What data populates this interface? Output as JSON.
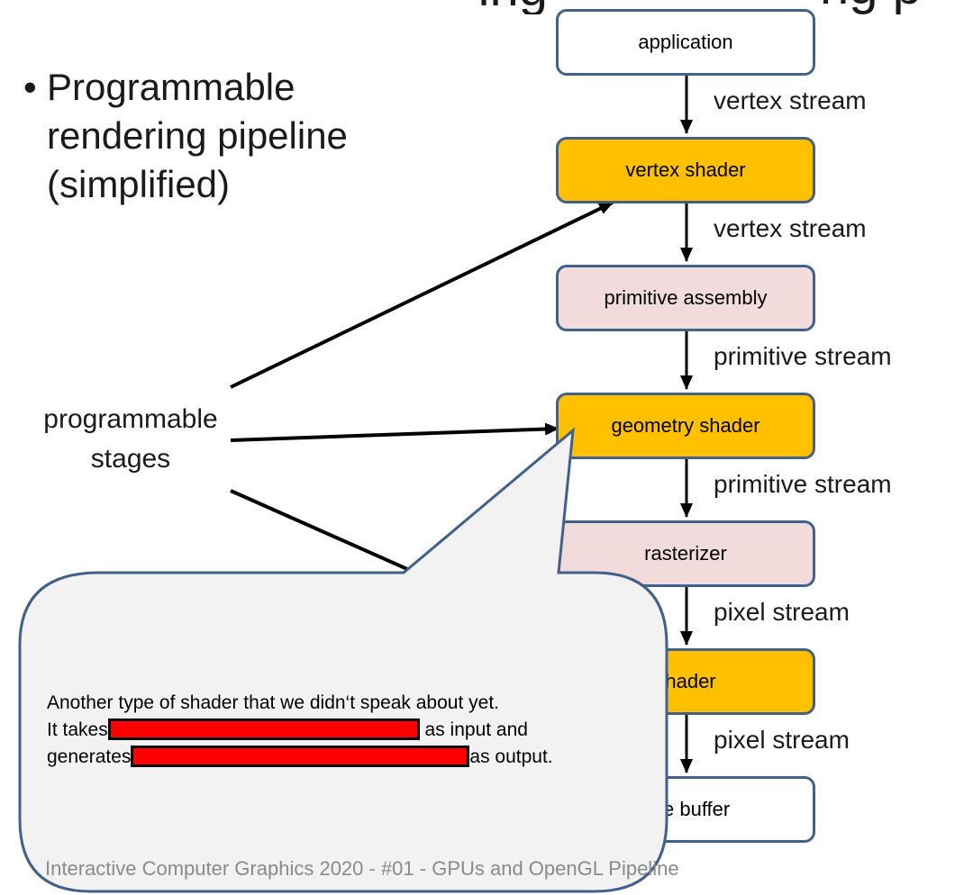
{
  "slide": {
    "title_left": "ing",
    "title_right": "ng p",
    "bullet": "Programmable rendering pipeline (simplified)",
    "programmable_label": "programmable stages",
    "footer": "Interactive Computer Graphics 2020 - #01 - GPUs and OpenGL Pipeline"
  },
  "pipeline": {
    "stages": [
      {
        "label": "application",
        "kind": "fixed",
        "color": "#ffffff"
      },
      {
        "label": "vertex shader",
        "kind": "programmable",
        "color": "#ffc000"
      },
      {
        "label": "primitive assembly",
        "kind": "fixed-function",
        "color": "#f2dcdb"
      },
      {
        "label": "geometry shader",
        "kind": "programmable",
        "color": "#ffc000"
      },
      {
        "label": "rasterizer",
        "kind": "fixed-function",
        "color": "#f2dcdb"
      },
      {
        "label": "shader",
        "kind": "programmable",
        "color": "#ffc000"
      },
      {
        "label": "e buffer",
        "kind": "fixed",
        "color": "#ffffff"
      }
    ],
    "streams": [
      "vertex stream",
      "vertex stream",
      "primitive stream",
      "primitive stream",
      "pixel stream",
      "pixel stream"
    ]
  },
  "callout": {
    "line1": "Another type of shader that we didn‘t speak about yet.",
    "line2_prefix": "It takes",
    "line2_suffix": "as input and",
    "line3_prefix": "generates",
    "line3_suffix": "as output.",
    "redaction_color": "#ff0000",
    "background": "#f2f2f2",
    "border_color": "#41608a"
  }
}
